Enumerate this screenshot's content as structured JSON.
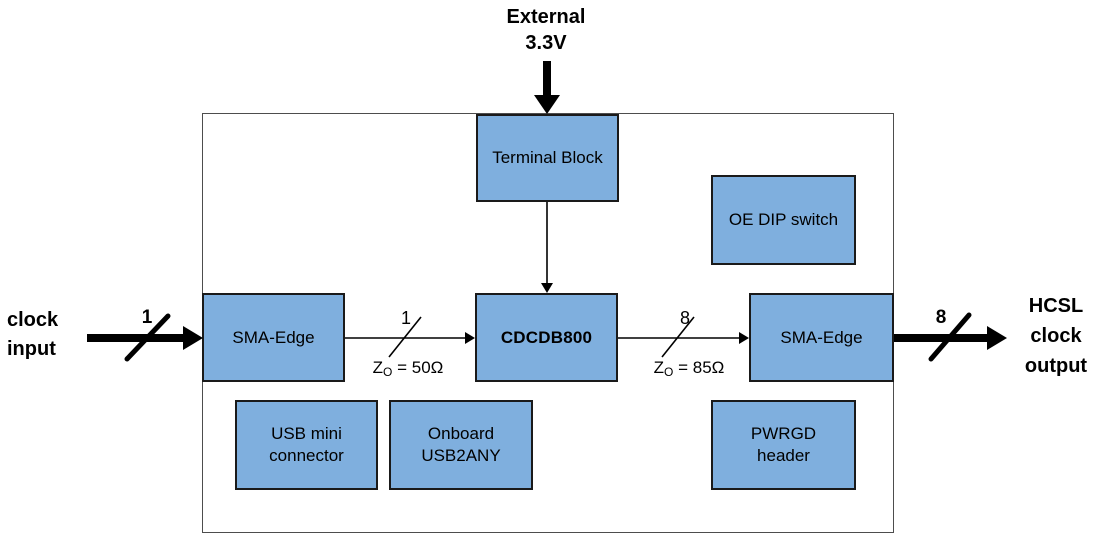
{
  "board": {
    "blocks": {
      "terminal_block": {
        "label": "Terminal Block"
      },
      "oe_dip_switch": {
        "label": "OE DIP switch"
      },
      "sma_edge_input": {
        "label": "SMA-Edge"
      },
      "cdcdb800": {
        "label": "CDCDB800"
      },
      "sma_edge_output": {
        "label": "SMA-Edge"
      },
      "usb_mini_connector": {
        "line1": "USB mini",
        "line2": "connector"
      },
      "onboard_usb2any": {
        "line1": "Onboard",
        "line2": "USB2ANY"
      },
      "pwrgd_header": {
        "line1": "PWRGD",
        "line2": "header"
      }
    }
  },
  "external_labels": {
    "power": {
      "line1": "External",
      "line2": "3.3V"
    },
    "clock_input": {
      "line1": "clock",
      "line2": "input"
    },
    "hcsl_clock_output": {
      "line1": "HCSL",
      "line2": "clock",
      "line3": "output"
    }
  },
  "bus_annotations": {
    "input_count": "1",
    "stage1_count": "1",
    "stage1_impedance": {
      "base": "Z",
      "sub": "O",
      "rest": " = 50Ω"
    },
    "stage2_count": "8",
    "stage2_impedance": {
      "base": "Z",
      "sub": "O",
      "rest": " = 85Ω"
    },
    "output_count": "8"
  },
  "colors": {
    "block_fill": "#7FAFDE",
    "block_border": "#1A1A1A",
    "board_border": "#4D4D4D",
    "arrow": "#000000",
    "text": "#000000",
    "background": "#FFFFFF"
  }
}
